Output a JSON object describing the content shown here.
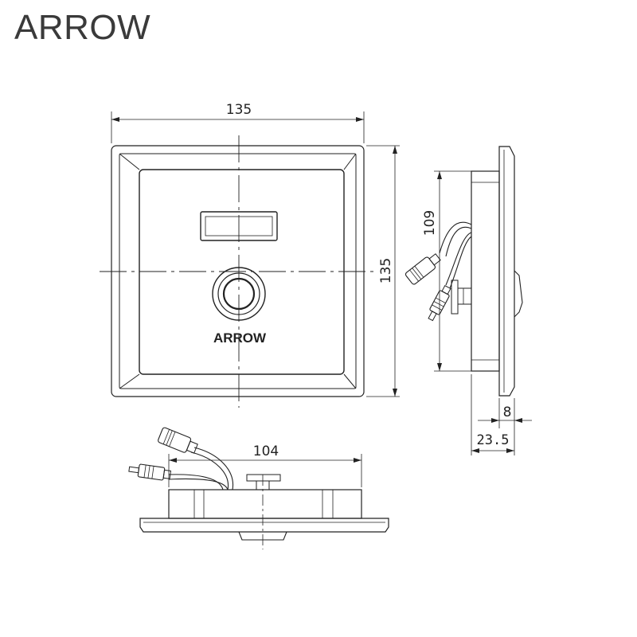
{
  "brand": "ARROW",
  "front_view": {
    "logo": "ARROW",
    "width": "135",
    "height": "135"
  },
  "side_view": {
    "height": "109",
    "depth_inner": "8",
    "depth_total": "23.5"
  },
  "bottom_view": {
    "width": "104"
  }
}
